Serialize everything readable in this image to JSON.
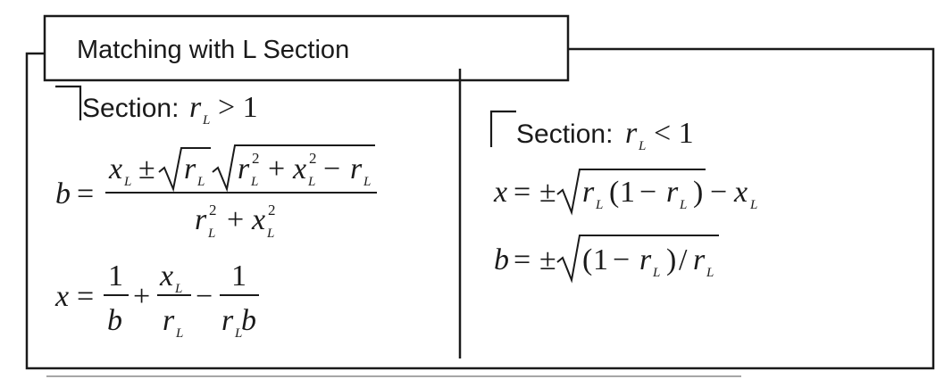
{
  "title": "Matching with L Section",
  "left_section": {
    "label": "Section:",
    "condition_var": "r",
    "condition_sub": "L",
    "condition_rest": "> 1",
    "eq_b": {
      "lhs": "b",
      "num_x": "x",
      "sub": "L",
      "pm": "±",
      "num_r": "r",
      "inner_r": "r",
      "sq": "2",
      "plus": "+",
      "inner_x": "x",
      "minus": "−",
      "den_r": "r",
      "den_x": "x"
    },
    "eq_x": {
      "lhs": "x",
      "one": "1",
      "b": "b",
      "plus": "+",
      "xnum": "x",
      "rden": "r",
      "sub": "L",
      "minus": "−"
    }
  },
  "right_section": {
    "label": "Section:",
    "condition_var": "r",
    "condition_sub": "L",
    "condition_rest": "< 1",
    "eq_x": {
      "lhs": "x",
      "pm": "±",
      "r": "r",
      "sub": "L",
      "paren_open": "(",
      "one": "1",
      "minus": "−",
      "paren_close": ")",
      "x": "x"
    },
    "eq_b": {
      "lhs": "b",
      "pm": "±",
      "paren_open": "(",
      "one": "1",
      "minus": "−",
      "r": "r",
      "sub": "L",
      "paren_close": ")",
      "slash": "/"
    }
  },
  "colors": {
    "ink": "#1a1a1a",
    "background": "#ffffff"
  }
}
